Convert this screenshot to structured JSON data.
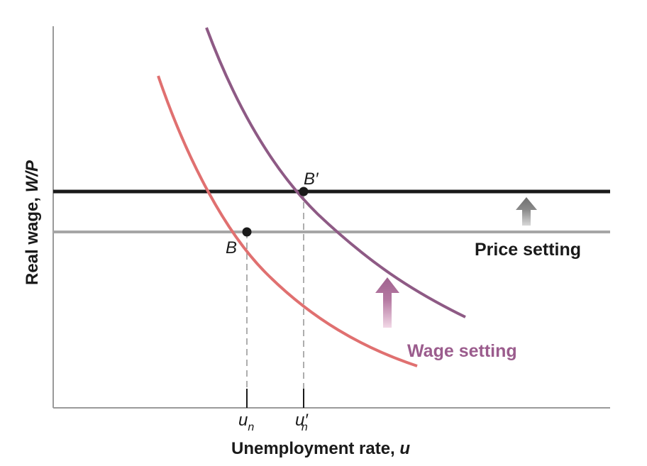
{
  "axes": {
    "x_title": "Unemployment rate, ",
    "x_symbol": "u",
    "y_title": "Real wage, ",
    "y_symbol": "W/P"
  },
  "curves": {
    "price_setting_label": "Price setting",
    "wage_setting_label": "Wage setting"
  },
  "points": {
    "b": "B",
    "b_prime": "B′"
  },
  "ticks": {
    "un_main": "u",
    "un_sub": "n",
    "un_prime_main": "u′",
    "un_prime_sub": "n"
  },
  "colors": {
    "price_setting_new": "#1a1a1a",
    "price_setting_old": "#a6a6a6",
    "wage_setting_new": "#8e5a85",
    "wage_setting_old": "#e07070",
    "wage_label": "#9b5c8d",
    "price_arrow": "#7a7a7a",
    "wage_arrow": "#a0628f"
  }
}
